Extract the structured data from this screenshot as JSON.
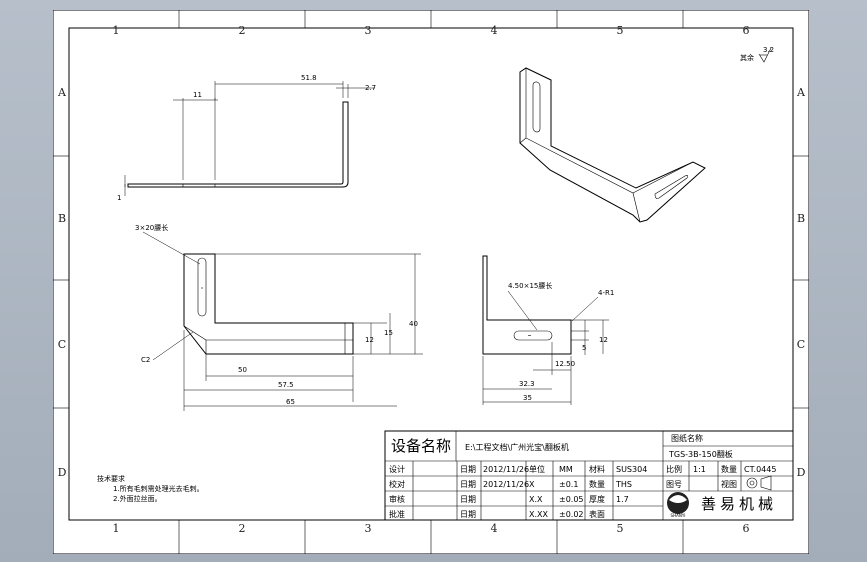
{
  "zones": {
    "top": [
      "1",
      "2",
      "3",
      "4",
      "5",
      "6"
    ],
    "bottom": [
      "1",
      "2",
      "3",
      "4",
      "5",
      "6"
    ],
    "left": [
      "A",
      "B",
      "C",
      "D"
    ],
    "right": [
      "A",
      "B",
      "C",
      "D"
    ]
  },
  "surface_finish": {
    "label": "其余",
    "value": "3.2"
  },
  "dimensions": {
    "top_view": {
      "d1": "11",
      "d2": "51.8",
      "d3": "2.7",
      "d4": "1"
    },
    "front_view": {
      "note": "3×20腰长",
      "d50": "50",
      "d575": "57.5",
      "d65": "65",
      "d12": "12",
      "d15": "15",
      "d40": "40",
      "chamfer": "C2"
    },
    "side_view": {
      "note": "4.50×15腰长",
      "r": "4-R1",
      "d125": "12.50",
      "d323": "32.3",
      "d35": "35",
      "d5": "5",
      "d12": "12"
    }
  },
  "tech_req": {
    "title": "技术要求",
    "items": [
      "1.所有毛刺需处理光去毛刺。",
      "2.外面拉丝面。"
    ]
  },
  "title_block": {
    "equipment_label": "设备名称",
    "equipment_path": "E:\\工程文档\\广州光宝\\翻板机",
    "drawing_name_label": "图纸名称",
    "drawing_number": "TGS-3B-150翻板",
    "rows": [
      {
        "role": "设计",
        "date_label": "日期",
        "date": "2012/11/26",
        "unit_label": "单位",
        "unit": "MM",
        "mat_label": "材料",
        "mat": "SUS304",
        "scale_label": "比例",
        "scale": "1:1",
        "extra_label": "数量",
        "extra": "CT.0445"
      },
      {
        "role": "校对",
        "date_label": "日期",
        "date": "2012/11/26",
        "unit_label": "X",
        "unit": "±0.1",
        "mat_label": "数量",
        "mat": "THS",
        "scale_label": "图号",
        "scale": "",
        "extra_label": "视图",
        "extra": ""
      },
      {
        "role": "审核",
        "date_label": "日期",
        "date": "",
        "unit_label": "X.X",
        "unit": "±0.05",
        "mat_label": "厚度",
        "mat": "1.7",
        "scale_label": "",
        "scale": "",
        "extra_label": "",
        "extra": ""
      },
      {
        "role": "批准",
        "date_label": "日期",
        "date": "",
        "unit_label": "X.XX",
        "unit": "±0.02",
        "mat_label": "表面",
        "mat": "",
        "scale_label": "",
        "scale": "",
        "extra_label": "",
        "extra": ""
      }
    ],
    "company": "善易机械",
    "logo_text": "SHANYI"
  }
}
